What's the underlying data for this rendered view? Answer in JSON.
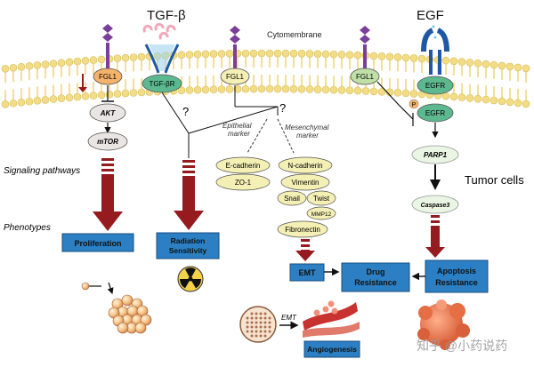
{
  "ligands": {
    "tgf": "TGF-β",
    "egf": "EGF"
  },
  "membrane_label": "Cytomembrane",
  "receptors": {
    "fgl1_a": "FGL1",
    "tgfbr": "TGF-βR",
    "fgl1_b": "FGL1",
    "fgl1_c": "FGL1",
    "egfr_top": "EGFR",
    "egfr_p": "P",
    "egfr_low": "EGFR"
  },
  "signaling": {
    "akt": "AKT",
    "mtor": "mTOR",
    "parp1": "PARP1",
    "caspase3": "Caspase3"
  },
  "question_marks": [
    "?",
    "?"
  ],
  "markers": {
    "epithelial_title_1": "Epithelial",
    "epithelial_title_2": "marker",
    "mesenchymal_title_1": "Mesenchymal",
    "mesenchymal_title_2": "marker",
    "e_cadherin": "E-cadherin",
    "zo1": "ZO-1",
    "n_cadherin": "N-cadherin",
    "vimentin": "Vimentin",
    "snail": "Snail",
    "twist": "Twist",
    "mmp12": "MMP12",
    "fibronectin": "Fibronectin"
  },
  "side_labels": {
    "signaling_pathways": "Signaling pathways",
    "phenotypes": "Phenotypes",
    "tumor_cells": "Tumor cells"
  },
  "phenotypes": {
    "proliferation": "Proliferation",
    "radiation_1": "Radiation",
    "radiation_2": "Sensitivity",
    "emt": "EMT",
    "drug_1": "Drug",
    "drug_2": "Resistance",
    "apoptosis_1": "Apoptosis",
    "apoptosis_2": "Resistance",
    "angiogenesis": "Angiogenesis"
  },
  "emt_small": "EMT",
  "watermark": "知乎 @小药说药",
  "colors": {
    "membrane_head": "#f3dc86",
    "membrane_tail": "#e9c95e",
    "receptor_purple": "#7a3f98",
    "receptor_blue": "#1e58a4",
    "dark_red": "#951b1f",
    "phenotype_box": "#2b7fc2",
    "pale_yellow": "#f4efb4",
    "green_receptor": "#5cb88f",
    "fgl1_orange": "#f5b26b",
    "fgl1_green": "#bfe1a8"
  }
}
